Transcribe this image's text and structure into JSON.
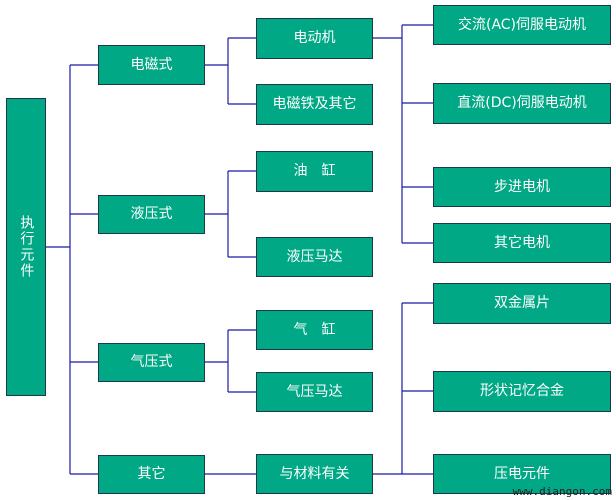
{
  "root": {
    "label": "执行元件"
  },
  "categories": [
    {
      "label": "电磁式"
    },
    {
      "label": "液压式"
    },
    {
      "label": "气压式"
    },
    {
      "label": "其它"
    }
  ],
  "subtypes": [
    {
      "label": "电动机"
    },
    {
      "label": "电磁铁及其它"
    },
    {
      "label": "油　缸"
    },
    {
      "label": "液压马达"
    },
    {
      "label": "气　缸"
    },
    {
      "label": "气压马达"
    },
    {
      "label": "与材料有关"
    }
  ],
  "motor_types": [
    {
      "label": "交流(AC)伺服电动机"
    },
    {
      "label": "直流(DC)伺服电动机"
    },
    {
      "label": "步进电机"
    },
    {
      "label": "其它电机"
    }
  ],
  "material_types": [
    {
      "label": "双金属片"
    },
    {
      "label": "形状记忆合金"
    },
    {
      "label": "压电元件"
    }
  ],
  "watermark": "www.diangon.com"
}
